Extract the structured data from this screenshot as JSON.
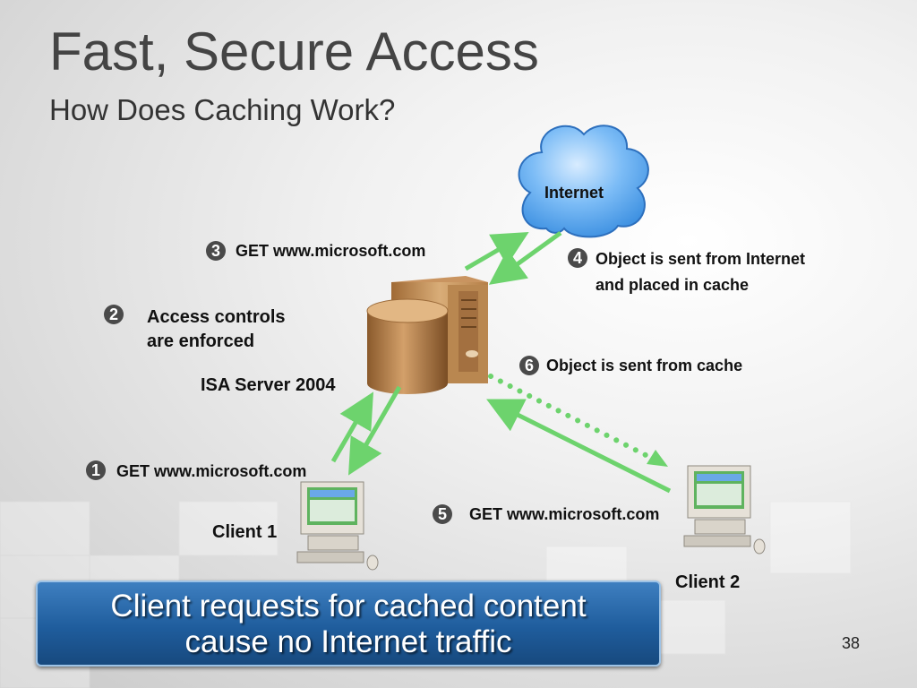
{
  "slide": {
    "title": "Fast, Secure Access",
    "subtitle": "How Does Caching Work?",
    "page_number": "38"
  },
  "diagram": {
    "cloud_label": "Internet",
    "server_label": "ISA Server 2004",
    "client1_label": "Client 1",
    "client2_label": "Client 2",
    "steps": [
      {
        "number": "1",
        "text": "GET www.microsoft.com"
      },
      {
        "number": "2",
        "line1": "Access controls",
        "line2": "are enforced"
      },
      {
        "number": "3",
        "text": "GET www.microsoft.com"
      },
      {
        "number": "4",
        "line1": "Object is sent from Internet",
        "line2": "and placed in cache"
      },
      {
        "number": "5",
        "text": "GET www.microsoft.com"
      },
      {
        "number": "6",
        "text": "Object is sent from cache"
      }
    ]
  },
  "banner": {
    "line1": "Client requests for cached content",
    "line2": "cause no Internet traffic"
  },
  "colors": {
    "arrow": "#6dd36d",
    "banner": "#2a6aaa",
    "cloud": "#5aa7f0",
    "badge": "#4a4a4a"
  },
  "icons": [
    "cloud-icon",
    "server-icon",
    "computer-icon"
  ]
}
